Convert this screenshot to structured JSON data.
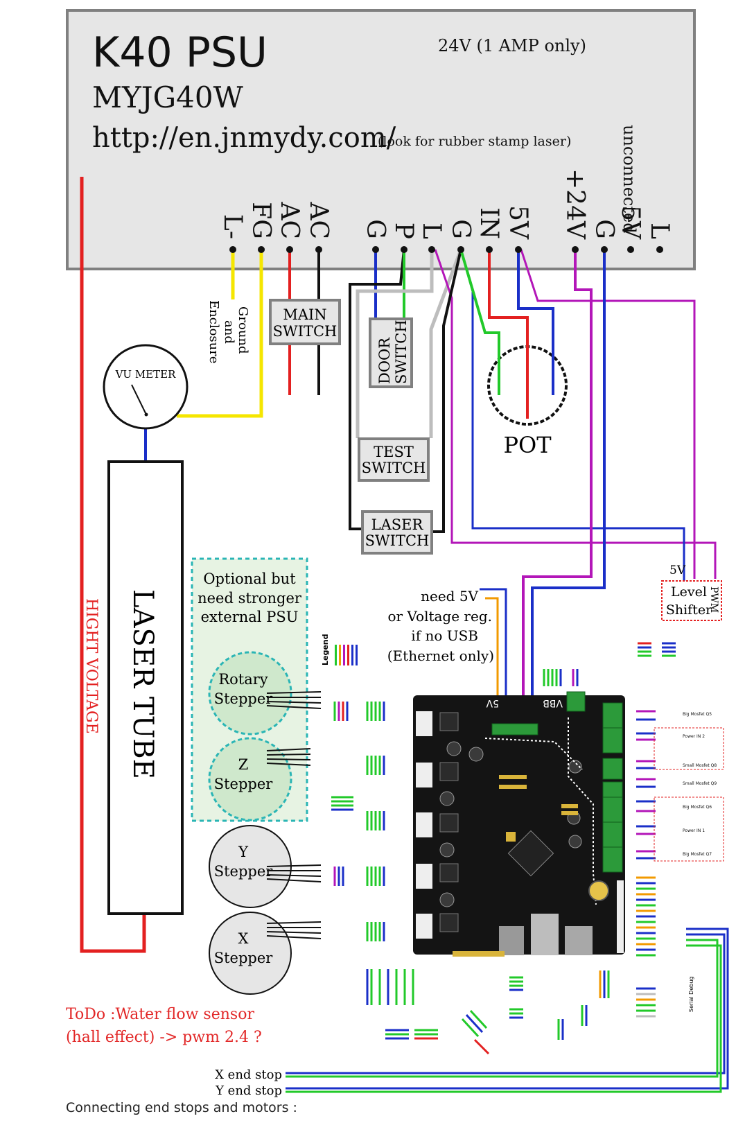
{
  "psu": {
    "title": "K40 PSU",
    "model": "MYJG40W",
    "url": "http://en.jnmydy.com/",
    "url_note": "(look for rubber stamp laser)",
    "rating": "24V (1 AMP only)",
    "unconnected_label": "unconnected",
    "terminals": [
      "L-",
      "FG",
      "AC",
      "AC",
      "G",
      "P",
      "L",
      "G",
      "IN",
      "5V",
      "+24V",
      "G",
      "5V",
      "L"
    ]
  },
  "labels": {
    "ground_enclosure": [
      "Ground",
      "and",
      "Enclosure"
    ],
    "main_switch": [
      "MAIN",
      "SWITCH"
    ],
    "door_switch": [
      "DOOR",
      "SWITCH"
    ],
    "test_switch": [
      "TEST",
      "SWITCH"
    ],
    "laser_switch": [
      "LASER",
      "SWITCH"
    ],
    "pot": "POT",
    "vu_meter": "VU METER",
    "laser_tube": "LASER TUBE",
    "high_voltage": "HIGHT VOLTAGE",
    "optional": [
      "Optional but",
      "need stronger",
      "external PSU"
    ],
    "rotary_stepper": [
      "Rotary",
      "Stepper"
    ],
    "z_stepper": [
      "Z",
      "Stepper"
    ],
    "y_stepper": [
      "Y",
      "Stepper"
    ],
    "x_stepper": [
      "X",
      "Stepper"
    ],
    "need_5v": [
      "need 5V",
      "or Voltage reg.",
      "if no USB",
      "(Ethernet only)"
    ],
    "level_shifter_5v": "5V",
    "level_shifter": [
      "Level",
      "Shifter"
    ],
    "pwm": "PWM",
    "legend": "Legend",
    "todo": [
      "ToDo :Water flow sensor",
      "(hall effect) -> pwm 2.4 ?"
    ],
    "x_end_stop": "X end stop",
    "y_end_stop": "Y end stop",
    "board_5v": "5V",
    "board_vbb": "VBB",
    "big_mosfet_q5": "Big Mosfet Q5",
    "power_in_2": "Power IN 2",
    "small_mosfet_q8": "Small Mosfet Q8",
    "small_mosfet_q9": "Small Mosfet Q9",
    "big_mosfet_q6": "Big Mosfet Q6",
    "power_in_1": "Power IN 1",
    "big_mosfet_q7": "Big Mosfet Q7",
    "serial_debug": "Serial Debug"
  },
  "caption": "Connecting end stops and motors :",
  "colors": {
    "psu_fill": "#e6e6e6",
    "psu_border": "#808080",
    "red": "#e32020",
    "yellow": "#f5e600",
    "black": "#111111",
    "blue": "#1a2fc8",
    "green": "#22c92a",
    "magenta": "#b316b8",
    "grey": "#bdbdbd",
    "orange": "#f29a00",
    "teal_dash": "#2ab5b5",
    "optional_fill": "#e7f3e3",
    "board": "#141414",
    "todo_red": "#e22727"
  }
}
